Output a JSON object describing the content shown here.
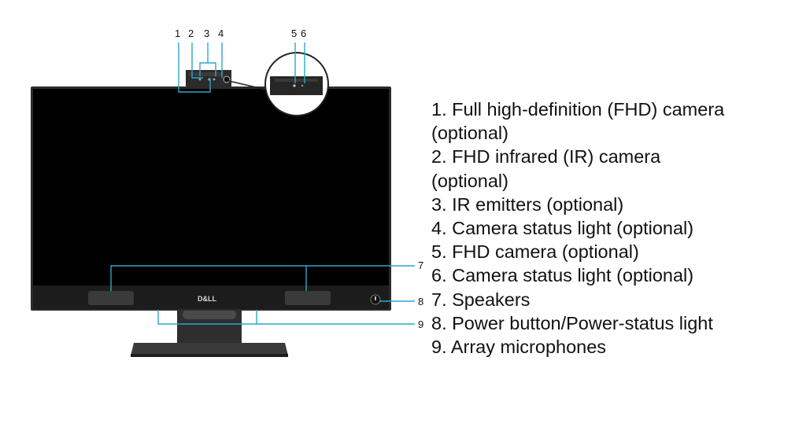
{
  "callout_numbers": [
    "1",
    "2",
    "3",
    "4",
    "5",
    "6",
    "7",
    "8",
    "9"
  ],
  "brand_logo_text": "D&LL",
  "legend": [
    {
      "lines": [
        "1. Full high-definition (FHD) camera",
        "(optional)"
      ]
    },
    {
      "lines": [
        "2. FHD infrared (IR) camera",
        "(optional)"
      ]
    },
    {
      "lines": [
        "3. IR emitters (optional)"
      ]
    },
    {
      "lines": [
        "4. Camera status light (optional)"
      ]
    },
    {
      "lines": [
        "5. FHD camera (optional)"
      ]
    },
    {
      "lines": [
        "6. Camera status light (optional)"
      ]
    },
    {
      "lines": [
        "7. Speakers"
      ]
    },
    {
      "lines": [
        "8. Power button/Power-status light"
      ]
    },
    {
      "lines": [
        "9. Array microphones"
      ]
    }
  ],
  "colors": {
    "leader": "#2aa7c9",
    "bezel": "#2b2b2b",
    "screen": "#000000",
    "stand": "#3a3a3a"
  }
}
